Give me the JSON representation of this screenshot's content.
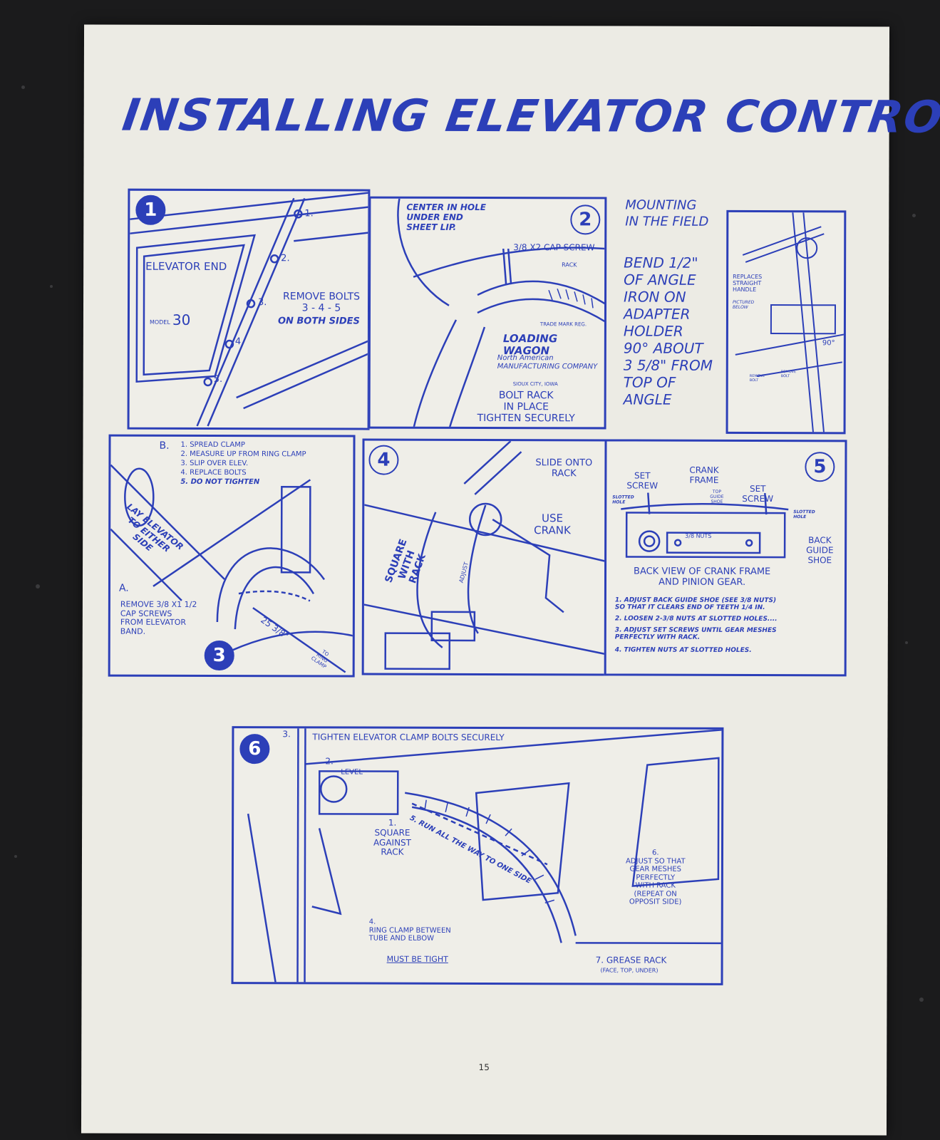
{
  "title": "INSTALLING ELEVATOR CONTROL",
  "page_number": "15",
  "step1": {
    "badge": "1",
    "elevator_end": "ELEVATOR END",
    "model_prefix": "MODEL",
    "model_number": "30",
    "remove_bolts": "REMOVE BOLTS\n3 - 4 - 5",
    "on_both_sides": "ON BOTH SIDES",
    "bolt_labels": [
      "1.",
      "2.",
      "3.",
      "4.",
      "5."
    ]
  },
  "step2": {
    "badge": "2",
    "center_in_hole": "CENTER IN HOLE\nUNDER END\nSHEET LIP.",
    "cap_screw": "3/8 X2 CAP SCREW",
    "rack": "RACK",
    "trade_mark": "TRADE MARK REG.",
    "loading_wagon": "LOADING WAGON",
    "company": "North American\nMANUFACTURING COMPANY",
    "city": "SIOUX CITY, IOWA",
    "bolt_rack": "BOLT RACK\nIN PLACE\nTIGHTEN SECURELY"
  },
  "mounting": {
    "heading": "MOUNTING\nIN THE FIELD",
    "text": "BEND 1/2\"\nOF ANGLE\nIRON ON\nADAPTER\nHOLDER\n90° ABOUT\n3 5/8\" FROM\nTOP OF\nANGLE"
  },
  "field_sketch": {
    "replaces": "REPLACES\nSTRAIGHT\nHANDLE",
    "pictured_below": "PICTURED\nBELOW",
    "angle": "90°",
    "remove_bolt_1": "REMOVE\nBOLT",
    "remove_bolt_2": "REMOVE\nBOLT"
  },
  "step3": {
    "badge": "3",
    "section_b": "B.",
    "b_steps": [
      "1.  SPREAD CLAMP",
      "2.  MEASURE UP FROM RING CLAMP",
      "3.  SLIP OVER ELEV.",
      "4.  REPLACE BOLTS",
      "5.  DO NOT TIGHTEN"
    ],
    "lay_elevator": "LAY ELEVATOR\nTO EITHER\nSIDE",
    "section_a": "A.",
    "remove_cap_screws": "REMOVE 3/8 X1 1/2\nCAP SCREWS\nFROM ELEVATOR\nBAND.",
    "measure": "25 3/8\"",
    "to_ring_clamp": "TO\nRING\nCLAMP"
  },
  "step4": {
    "badge": "4",
    "slide_onto_rack": "SLIDE ONTO\nRACK",
    "use_crank": "USE\nCRANK",
    "square_with_rack": "SQUARE\nWITH\nRACK",
    "adjust": "ADJUST"
  },
  "step5": {
    "badge": "5",
    "set_screw_left": "SET\nSCREW",
    "crank_frame": "CRANK\nFRAME",
    "top_guide_shoe": "TOP\nGUIDE\nSHOE",
    "set_screw_right": "SET\nSCREW",
    "slotted_hole_left": "SLOTTED\nHOLE",
    "slotted_hole_right": "SLOTTED\nHOLE",
    "nuts": "3/8 NUTS",
    "back_guide_shoe": "BACK\nGUIDE\nSHOE",
    "caption": "BACK VIEW OF CRANK FRAME\nAND PINION GEAR.",
    "instructions": [
      "1. ADJUST BACK GUIDE SHOE (SEE 3/8 NUTS)\n    SO THAT IT CLEARS END OF TEETH 1/4 IN.",
      "2. LOOSEN 2-3/8 NUTS AT SLOTTED HOLES....",
      "3. ADJUST SET SCREWS UNTIL GEAR MESHES\n    PERFECTLY WITH RACK.",
      "4. TIGHTEN NUTS AT SLOTTED HOLES."
    ]
  },
  "step6": {
    "badge": "6",
    "tighten": "TIGHTEN ELEVATOR CLAMP BOLTS SECURELY",
    "num3": "3.",
    "num2": "2.",
    "level": "LEVEL",
    "square_against_rack": "1.\nSQUARE\nAGAINST\nRACK",
    "run_all_the_way": "5. RUN ALL THE WAY TO ONE SIDE",
    "ring_clamp": "4.\nRING CLAMP BETWEEN\nTUBE AND ELBOW",
    "must_be_tight": "MUST BE TIGHT",
    "adjust_gear": "6.\nADJUST SO THAT\nGEAR MESHES\nPERFECTLY\nWITH RACK\n(REPEAT ON\nOPPOSIT SIDE)",
    "grease_rack": "7. GREASE RACK",
    "grease_sub": "(FACE, TOP, UNDER)"
  },
  "colors": {
    "ink": "#2c3fb8",
    "paper": "#ecebe4",
    "counter": "#1b1b1c"
  }
}
